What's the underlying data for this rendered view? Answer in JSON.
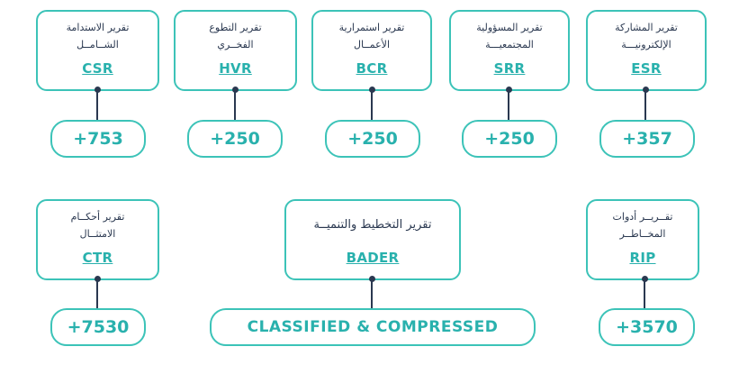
{
  "reports": [
    {
      "title_line1": "تقرير المشاركة",
      "title_line2": "الإلكترونيـــة",
      "code": "ESR",
      "count": "+357"
    },
    {
      "title_line1": "تقرير المسؤولية",
      "title_line2": "المجتمعيـــة",
      "code": "SRR",
      "count": "+250"
    },
    {
      "title_line1": "تقرير استمرارية",
      "title_line2": "الأعمــال",
      "code": "BCR",
      "count": "+250"
    },
    {
      "title_line1": "تقرير التطوع",
      "title_line2": "الفخــري",
      "code": "HVR",
      "count": "+250"
    },
    {
      "title_line1": "تقرير الاستدامة",
      "title_line2": "الشــامــل",
      "code": "CSR",
      "count": "+753"
    },
    {
      "title_line1": "تقــريــر أدوات",
      "title_line2": "المخــاطــر",
      "code": "RIP",
      "count": "+3570"
    },
    {
      "title_line1": "تقرير التخطيط والتنميــة",
      "title_line2": "",
      "code": "BADER",
      "count": "CLASSIFIED & COMPRESSED"
    },
    {
      "title_line1": "تقرير أحكــام",
      "title_line2": "الامتثــال",
      "code": "CTR",
      "count": "+7530"
    }
  ]
}
